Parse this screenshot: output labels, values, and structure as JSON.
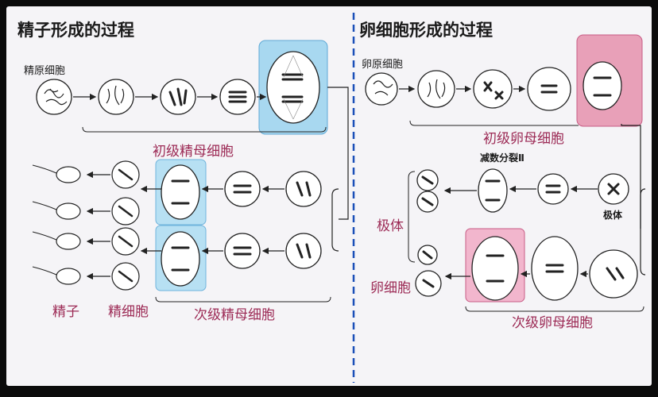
{
  "left_panel": {
    "title": "精子形成的过程",
    "spermatogonium_label": "精原细胞",
    "primary_spermatocyte_label": "初级精母细胞",
    "secondary_spermatocyte_label": "次级精母细胞",
    "spermatid_label": "精细胞",
    "sperm_label": "精子",
    "highlight_color": "#a8d8f0"
  },
  "right_panel": {
    "title": "卵细胞形成的过程",
    "oogonium_label": "卵原细胞",
    "primary_oocyte_label": "初级卵母细胞",
    "meiosis_ii_label": "减数分裂Ⅱ",
    "polar_body_label": "极体",
    "polar_bodies_label": "极体",
    "secondary_oocyte_label": "次级卵母细胞",
    "egg_label": "卵细胞",
    "highlight_color": "#e8a0b8"
  },
  "divider_color": "#1a4fb8"
}
